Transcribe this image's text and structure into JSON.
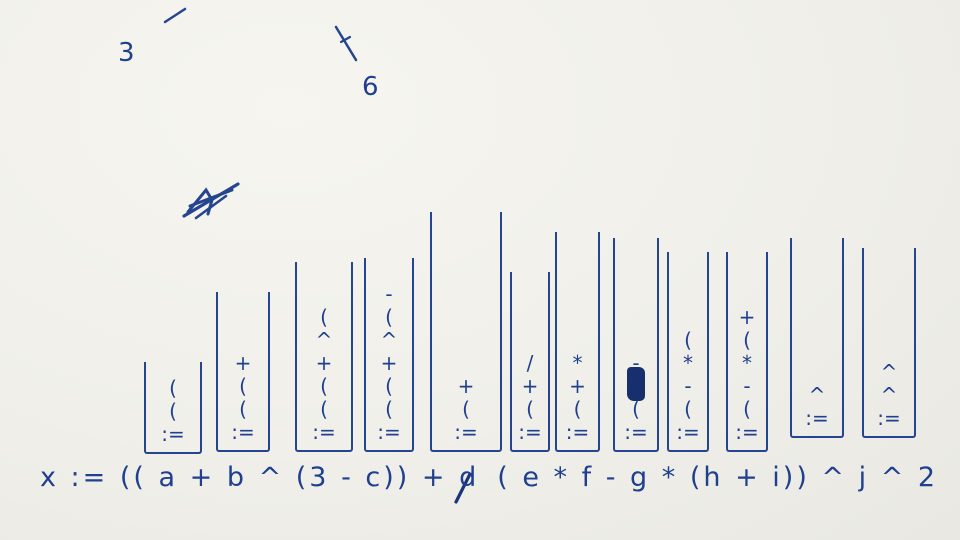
{
  "scribbles": {
    "three": "3",
    "six": "6"
  },
  "stacks": [
    {
      "items": [
        ":=",
        "(",
        "("
      ]
    },
    {
      "items": [
        ":=",
        "(",
        "(",
        "+"
      ]
    },
    {
      "items": [
        ":=",
        "(",
        "(",
        "+",
        "^",
        "("
      ]
    },
    {
      "items": [
        ":=",
        "(",
        "(",
        "+",
        "^",
        "(",
        "-"
      ]
    },
    {
      "items": [
        ":=",
        "(",
        "+"
      ]
    },
    {
      "items": [
        ":=",
        "(",
        "+",
        "/"
      ]
    },
    {
      "items": [
        ":=",
        "(",
        "+",
        "*"
      ]
    },
    {
      "items": [
        ":=",
        "(",
        "blot",
        "-"
      ]
    },
    {
      "items": [
        ":=",
        "(",
        "-",
        "*",
        "("
      ]
    },
    {
      "items": [
        ":=",
        "(",
        "-",
        "*",
        "(",
        "+"
      ]
    },
    {
      "items": [
        ":=",
        "^"
      ]
    },
    {
      "items": [
        ":=",
        "^",
        "^"
      ]
    }
  ],
  "expression": {
    "before_slash": "x := (( a + b ^ (3 - c)) + d",
    "after_slash": "( e * f - g * (h + i)) ^ j ^ 2"
  },
  "colors": {
    "ink": "#1f3f8f",
    "paper": "#f1f0ea"
  }
}
